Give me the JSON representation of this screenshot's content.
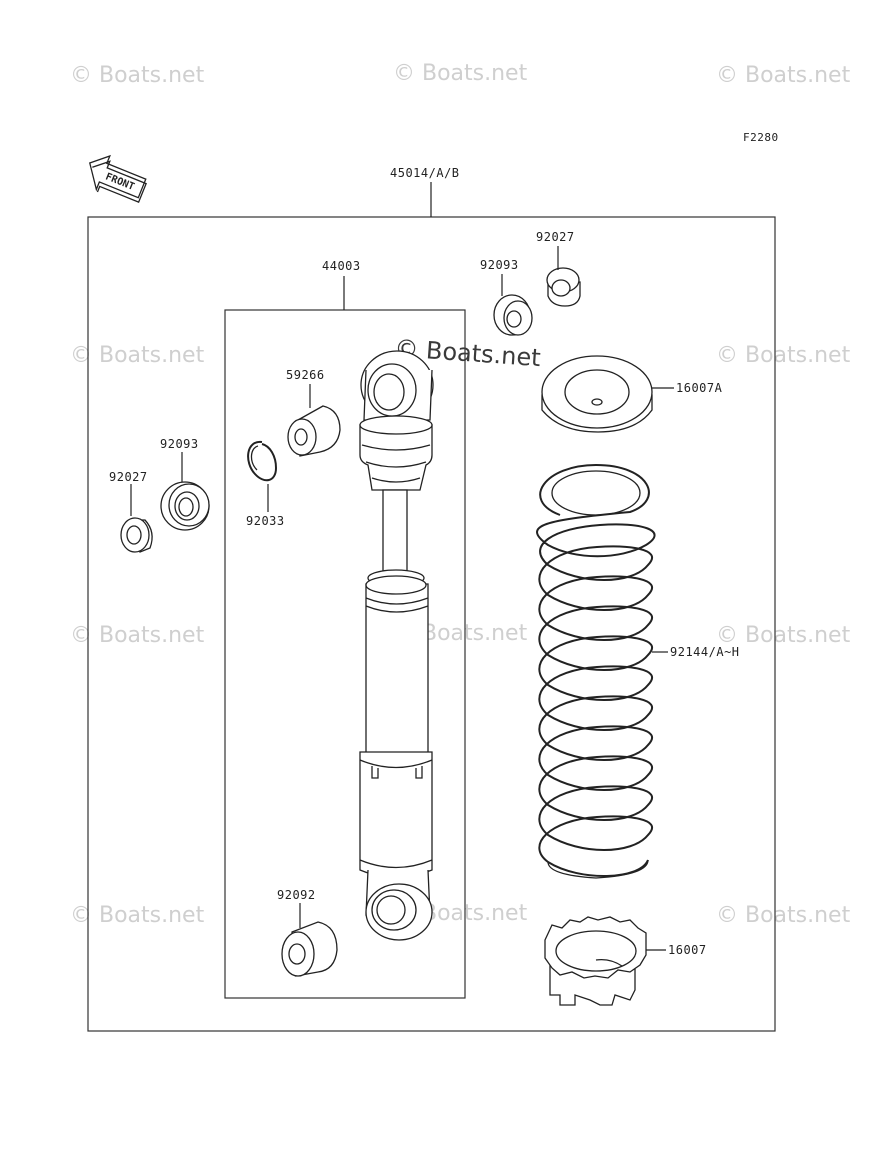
{
  "watermark": "© Boats.net",
  "figure_code": "F2280",
  "front_badge": "FRONT",
  "labels": {
    "assembly": "45014/A/B",
    "shock_unit": "44003",
    "washer_top_right": "92027",
    "bushing_top_right": "92093",
    "spring_seat_upper": "16007A",
    "spring": "92144/A~H",
    "adjuster": "16007",
    "collar_top": "59266",
    "snap_ring": "92033",
    "bushing_left": "92093",
    "washer_left": "92027",
    "collar_bottom": "92092"
  }
}
